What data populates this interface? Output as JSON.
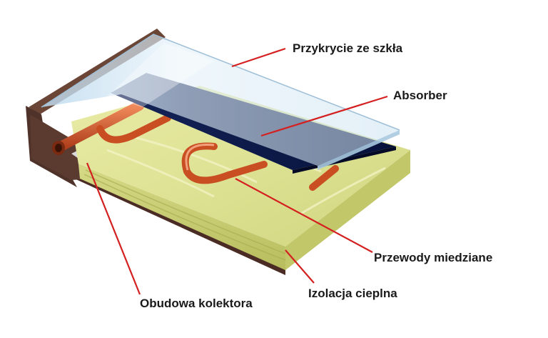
{
  "labels": {
    "glass_cover": "Przykrycie ze szkła",
    "absorber": "Absorber",
    "copper_pipes": "Przewody miedziane",
    "housing": "Obudowa kolektora",
    "insulation": "Izolacja cieplna"
  },
  "colors": {
    "leader_line": "#d42020",
    "label_text": "#1a1a1a",
    "housing": "#5a3a30",
    "insulation": "#dfe398",
    "absorber": "#0c1a4a",
    "copper": "#d3582c",
    "glass": "#cfe5f2"
  }
}
